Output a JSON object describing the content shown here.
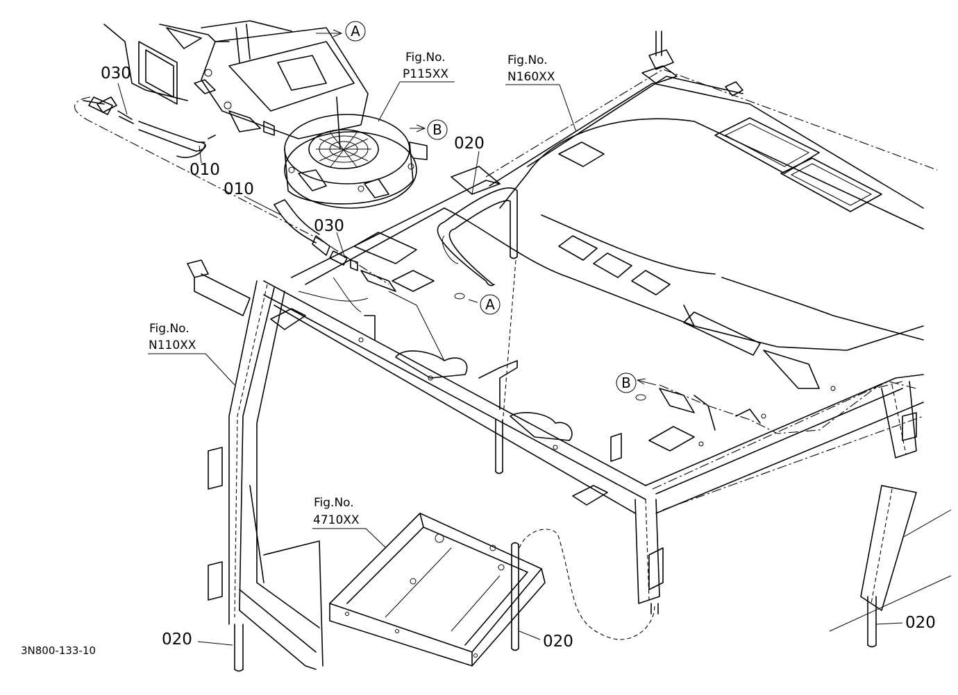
{
  "drawing_code": "3N800-133-10",
  "part_labels": {
    "p030_a": "030",
    "p010_a": "010",
    "p010_b": "010",
    "p030_b": "030",
    "p020_a": "020",
    "p020_b": "020",
    "p020_c": "020",
    "p020_d": "020"
  },
  "fig_refs": {
    "p115": {
      "title": "Fig.No.",
      "number": "P115XX"
    },
    "n160": {
      "title": "Fig.No.",
      "number": "N160XX"
    },
    "n110": {
      "title": "Fig.No.",
      "number": "N110XX"
    },
    "f4710": {
      "title": "Fig.No.",
      "number": "4710XX"
    }
  },
  "connectors": {
    "a_top": "A",
    "b_top": "B",
    "a_mid": "A",
    "b_mid": "B"
  }
}
